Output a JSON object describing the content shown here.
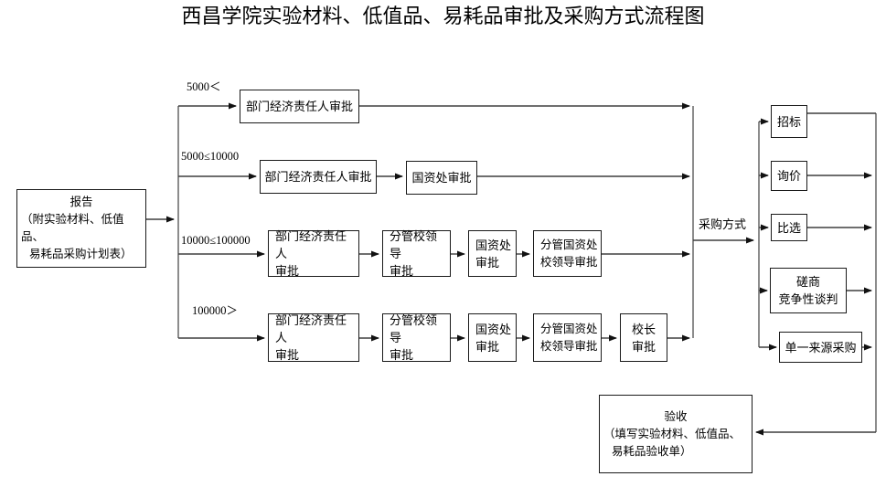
{
  "title": "西昌学院实验材料、低值品、易耗品审批及采购方式流程图",
  "colors": {
    "line": "#3f3f3f",
    "arrow": "#111111",
    "border": "#1a1a1a"
  },
  "start_box": {
    "l1": "报告",
    "l2": "（附实验材料、低值品、",
    "l3": "易耗品采购计划表）"
  },
  "branch_labels": {
    "b1": "5000＜",
    "b2": "5000≤10000",
    "b3": "10000≤100000",
    "b4": "100000＞"
  },
  "nodes": {
    "r1b1": "部门经济责任人审批",
    "r2b1": "部门经济责任人审批",
    "r2b2": "国资处审批",
    "r3b1": {
      "l1": "部门经济责任人",
      "l2": "审批"
    },
    "r3b2": {
      "l1": "分管校领导",
      "l2": "审批"
    },
    "r3b3": {
      "l1": "国资处",
      "l2": "审批"
    },
    "r3b4": {
      "l1": "分管国资处",
      "l2": "校领导审批"
    },
    "r4b1": {
      "l1": "部门经济责任人",
      "l2": "审批"
    },
    "r4b2": {
      "l1": "分管校领导",
      "l2": "审批"
    },
    "r4b3": {
      "l1": "国资处",
      "l2": "审批"
    },
    "r4b4": {
      "l1": "分管国资处",
      "l2": "校领导审批"
    },
    "r4b5": {
      "l1": "校长",
      "l2": "审批"
    }
  },
  "purchase_mode_label": "采购方式",
  "methods": {
    "m1": "招标",
    "m2": "询价",
    "m3": "比选",
    "m4": {
      "l1": "磋商",
      "l2": "竞争性谈判"
    },
    "m5": "单一来源采购"
  },
  "accept_box": {
    "l1": "验收",
    "l2": "（填写实验材料、低值品、",
    "l3": "易耗品验收单）"
  }
}
